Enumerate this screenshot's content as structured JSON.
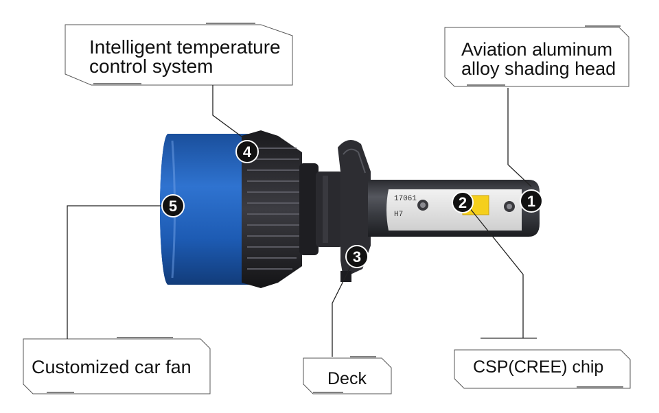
{
  "callouts": {
    "c1": {
      "number": "1",
      "label_line1": "Aviation aluminum",
      "label_line2": "alloy shading head"
    },
    "c2": {
      "number": "2",
      "label": "CSP(CREE) chip"
    },
    "c3": {
      "number": "3",
      "label": "Deck"
    },
    "c4": {
      "number": "4",
      "label_line1": "Intelligent temperature",
      "label_line2": "control system"
    },
    "c5": {
      "number": "5",
      "label": "Customized car fan"
    }
  },
  "bulb_markings": {
    "code": "17061",
    "type": "H7"
  },
  "colors": {
    "fan_blue": "#1f5fb5",
    "heatsink": "#2a2a2e",
    "led_yellow": "#f5cf1c",
    "badge": "#111111"
  }
}
